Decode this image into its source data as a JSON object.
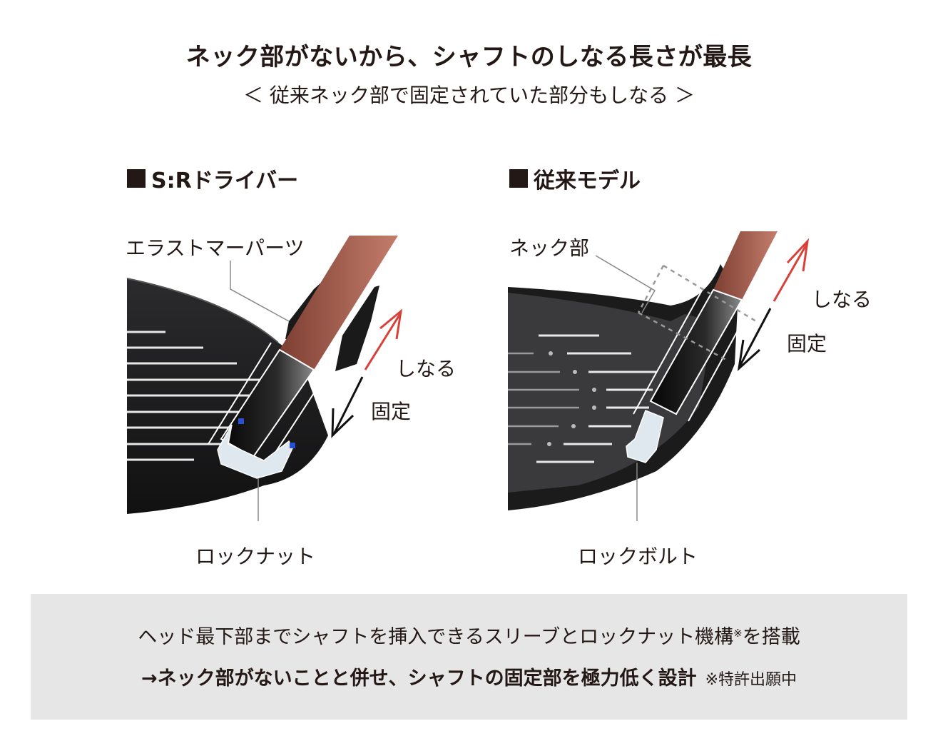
{
  "header": {
    "title": "ネック部がないから、シャフトのしなる長さが最長",
    "subtitle": "＜ 従来ネック部で固定されていた部分もしなる ＞"
  },
  "left_panel": {
    "label": "S:Rドライバー",
    "callout_top": "エラストマーパーツ",
    "callout_bottom": "ロックナット",
    "arrow_up_label": "しなる",
    "arrow_down_label": "固定"
  },
  "right_panel": {
    "label": "従来モデル",
    "callout_top": "ネック部",
    "callout_bottom": "ロックボルト",
    "arrow_up_label": "しなる",
    "arrow_down_label": "固定"
  },
  "note": {
    "line1_main": "ヘッド最下部までシャフトを挿入できるスリーブとロックナット機構",
    "line1_mark": "※",
    "line1_end": "を搭載",
    "line2_main": "→ネック部がないことと併せ、シャフトの固定部を極力低く設計",
    "line2_small": "※特許出願中"
  },
  "colors": {
    "text": "#231815",
    "shaft": "#b06a5a",
    "flex_arrow": "#d9403a",
    "fix_arrow": "#111111",
    "note_bg": "#e6e6e6",
    "head_dark": "#1c1c1e",
    "head_face": "#3a3a3c",
    "lock_part": "#dfe8ee",
    "elastomer_blue": "#2a4fd0"
  }
}
